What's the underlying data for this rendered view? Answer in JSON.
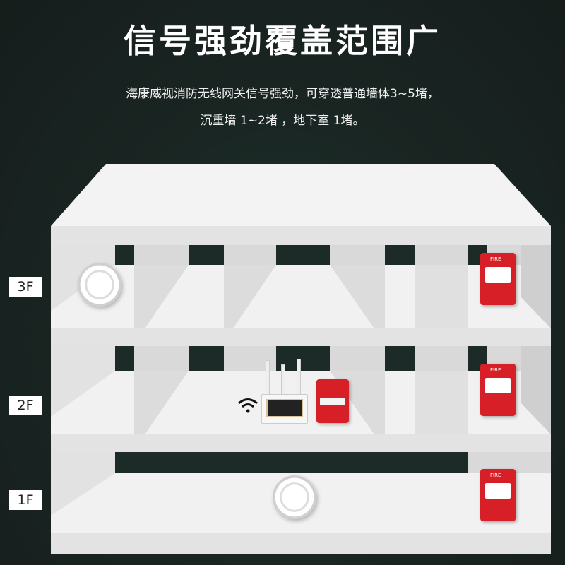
{
  "header": {
    "title": "信号强劲覆盖范围广",
    "subtitle_line1": "海康威视消防无线网关信号强劲，可穿透普通墙体3~5堵，",
    "subtitle_line2": "沉重墙 1~2堵 ，地下室 1堵。"
  },
  "floors": [
    {
      "label": "3F"
    },
    {
      "label": "2F"
    },
    {
      "label": "1F"
    }
  ],
  "devices": {
    "manual_call_point_text": "FIRE",
    "wifi_icon": "wifi-icon"
  },
  "colors": {
    "background": "#1a2623",
    "accent_red": "#d61f26",
    "shelf": "#efefef"
  }
}
